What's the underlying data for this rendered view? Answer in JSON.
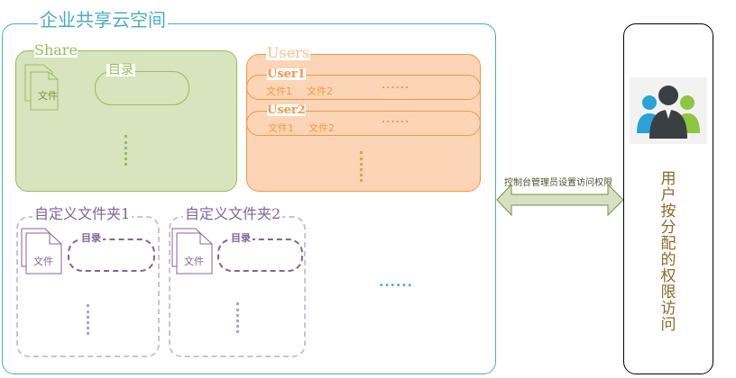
{
  "title": "企业共享云空间",
  "share": {
    "label": "Share",
    "file_label": "文件",
    "dir_label": "目录"
  },
  "users": {
    "label": "Users",
    "items": [
      {
        "name": "User1",
        "file1": "文件1",
        "file2": "文件2",
        "more": "......"
      },
      {
        "name": "User2",
        "file1": "文件1",
        "file2": "文件2",
        "more": "......"
      }
    ]
  },
  "folders": [
    {
      "title": "自定义文件夹1",
      "file_label": "文件",
      "dir_label": "目录"
    },
    {
      "title": "自定义文件夹2",
      "file_label": "文件",
      "dir_label": "目录"
    }
  ],
  "more_folders": "......",
  "arrow_label": "控制台管理员设置访问权限",
  "user_access": "用户按分配的权限访问",
  "icons": [
    "users-group-icon",
    "file-icon",
    "double-arrow-icon"
  ],
  "colors": {
    "cyan": "#4bacc6",
    "green": "#9bbb59",
    "orange": "#f79646",
    "purple": "#8064a2"
  }
}
